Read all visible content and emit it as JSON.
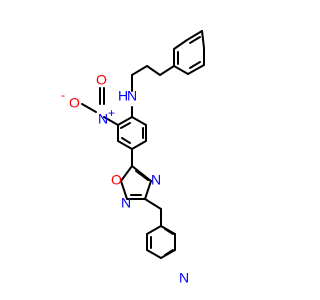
{
  "molecule": {
    "atoms": {
      "amine_nitrogen": {
        "label": "N",
        "color": "#0000ff"
      },
      "amine_hydrogen": {
        "label": "H",
        "color": "#0000ff"
      },
      "nitro_nitrogen": {
        "label": "N",
        "charge": "+",
        "color": "#0000ff"
      },
      "nitro_oxygen_left": {
        "label": "O",
        "charge": "-",
        "color": "#ff0000"
      },
      "nitro_oxygen_bottom": {
        "label": "O",
        "color": "#ff0000"
      },
      "oxadiazole_oxygen": {
        "label": "O",
        "color": "#ff0000"
      },
      "oxadiazole_nitrogen_right": {
        "label": "N",
        "color": "#0000ff"
      },
      "oxadiazole_nitrogen_left": {
        "label": "N",
        "color": "#0000ff"
      },
      "pyridine_nitrogen": {
        "label": "N",
        "color": "#0000ff"
      }
    }
  }
}
